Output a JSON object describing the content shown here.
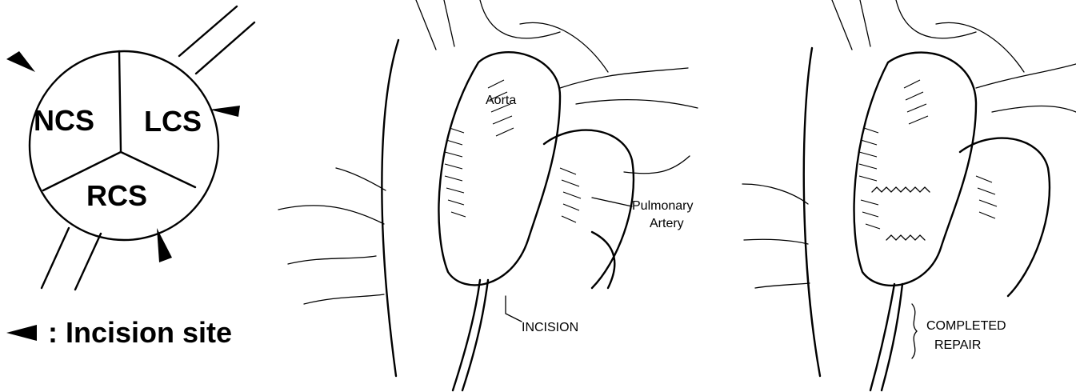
{
  "left_panel": {
    "sinus_labels": {
      "ncs": "NCS",
      "lcs": "LCS",
      "rcs": "RCS"
    },
    "legend_marker": "◄",
    "legend_text": ": Incision site"
  },
  "middle_panel": {
    "labels": {
      "aorta": "Aorta",
      "pulmonary_line1": "Pulmonary",
      "pulmonary_line2": "Artery",
      "incision": "INCISION"
    }
  },
  "right_panel": {
    "labels": {
      "completed_line1": "COMPLETED",
      "completed_line2": "REPAIR"
    }
  }
}
